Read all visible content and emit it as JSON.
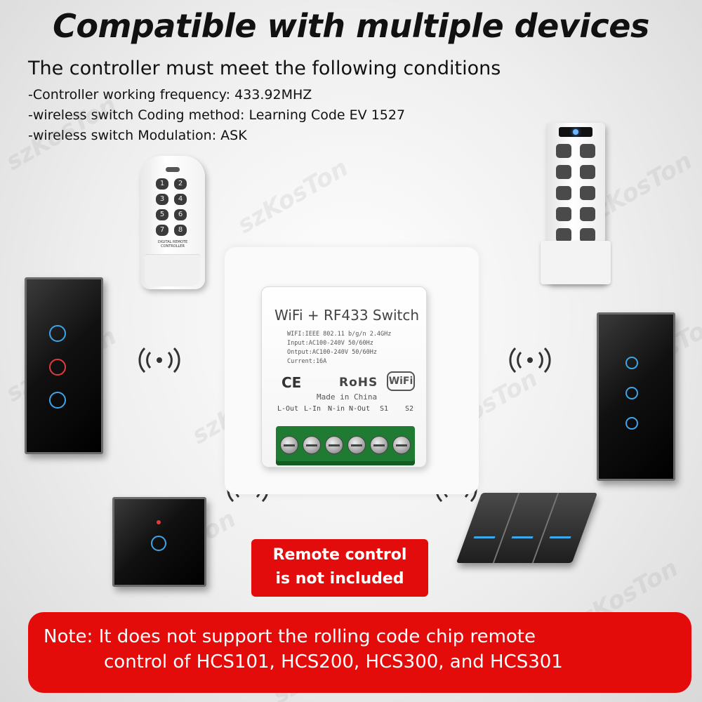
{
  "headline": "Compatible with multiple devices",
  "subhead": "The controller must meet the following conditions",
  "conditions": [
    "-Controller working frequency: 433.92MHZ",
    "-wireless switch Coding method: Learning Code EV 1527",
    "-wireless switch Modulation: ASK"
  ],
  "watermark": "szKosTon",
  "module": {
    "title": "WiFi + RF433  Switch",
    "specs": [
      "WIFI:IEEE 802.11 b/g/n 2.4GHz",
      "Input:AC100-240V 50/60Hz",
      "Ontput:AC100-240V 50/60Hz",
      "Current:16A"
    ],
    "ce_mark": "CE",
    "rohs": "RoHS",
    "wifi_logo": "WiFi",
    "made_in": "Made in China",
    "terminals": [
      "L-Out",
      "L-In",
      "N-in",
      "N-Out",
      "S1",
      "S2"
    ]
  },
  "remote_left": {
    "keys": [
      "1",
      "2",
      "3",
      "4",
      "5",
      "6",
      "7",
      "8"
    ],
    "caption": "DIGITAL REMOTE CONTROLLER"
  },
  "callout": {
    "line1": "Remote control",
    "line2": "is not included"
  },
  "note": {
    "line1": "Note: It does not support the rolling code chip remote",
    "line2": "control of HCS101, HCS200, HCS300, and HCS301"
  },
  "colors": {
    "note_red": "#e40b0b",
    "callout_red": "#e20c0c",
    "terminal_green": "#1f7a32",
    "touch_blue": "#3ba7e8",
    "touch_red": "#e23b3b"
  }
}
